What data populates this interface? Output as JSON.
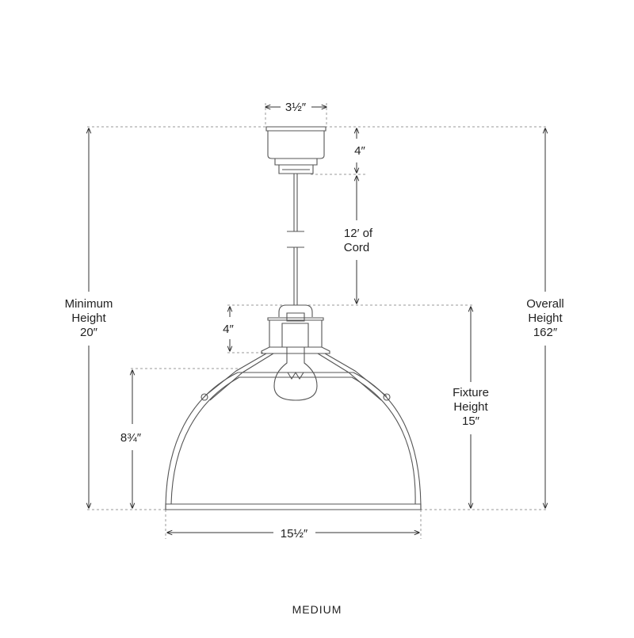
{
  "diagram": {
    "dimensions": {
      "canopy_width": "3½″",
      "canopy_height": "4″",
      "cord_line1": "12′ of",
      "cord_line2": "Cord",
      "socket_height": "4″",
      "shade_height": "8¾″",
      "shade_width": "15½″",
      "minimum_height_line1": "Minimum",
      "minimum_height_line2": "Height",
      "minimum_height_line3": "20″",
      "fixture_height_line1": "Fixture",
      "fixture_height_line2": "Height",
      "fixture_height_line3": "15″",
      "overall_height_line1": "Overall",
      "overall_height_line2": "Height",
      "overall_height_line3": "162″"
    },
    "size_label": "MEDIUM"
  }
}
